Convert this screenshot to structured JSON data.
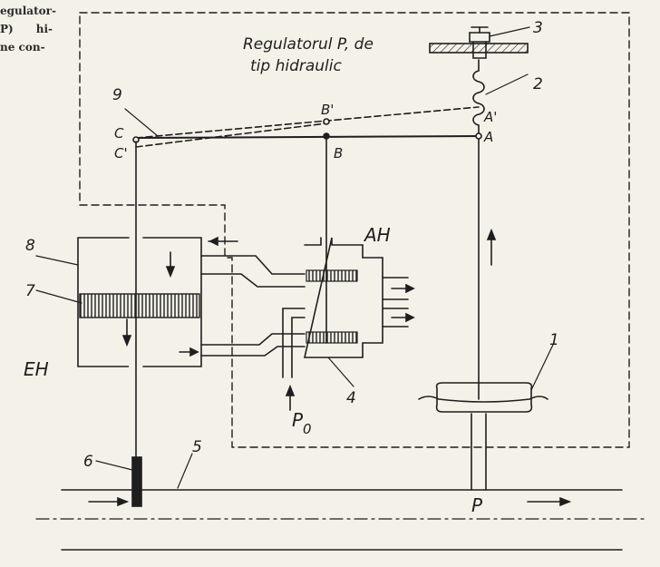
{
  "page_fragment": {
    "lines": [
      "egulator-",
      "P)      hi-",
      "ne con-"
    ]
  },
  "diagram": {
    "title_lines": [
      "Regulatorul P, de",
      "tip hidraulic"
    ],
    "callouts": [
      "1",
      "2",
      "3",
      "4",
      "5",
      "6",
      "7",
      "8",
      "9"
    ],
    "points": {
      "A": "A",
      "A_prime": "A'",
      "B": "B",
      "B_prime": "B'",
      "C": "C",
      "C_prime": "C'"
    },
    "unit_labels": {
      "actuator": "AH",
      "element": "EH"
    },
    "pressure_supply": "P",
    "pressure_supply_sub": "0",
    "pressure_main": "P",
    "colors": {
      "ink": "#1e1e1e",
      "paper": "#f4f1e8"
    }
  }
}
